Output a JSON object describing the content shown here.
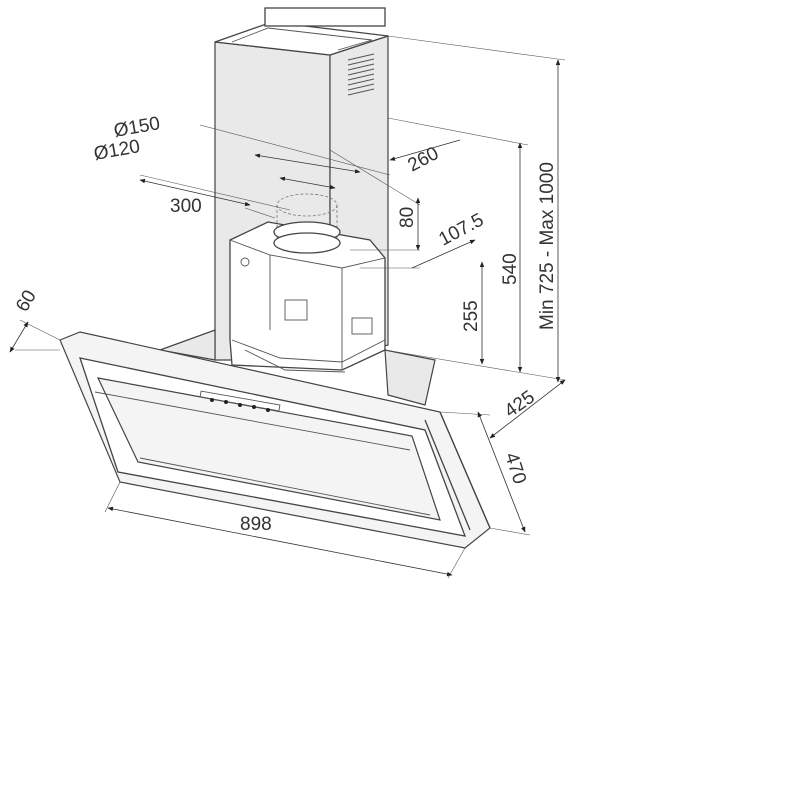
{
  "drawing": {
    "dimensions": {
      "d150": "Ø150",
      "d120": "Ø120",
      "w300": "300",
      "h80": "80",
      "h107": "107.5",
      "d260": "260",
      "h540": "540",
      "h255": "255",
      "range": "Min 725 - Max 1000",
      "d425": "425",
      "d470": "470",
      "w898": "898",
      "t60": "60"
    }
  }
}
